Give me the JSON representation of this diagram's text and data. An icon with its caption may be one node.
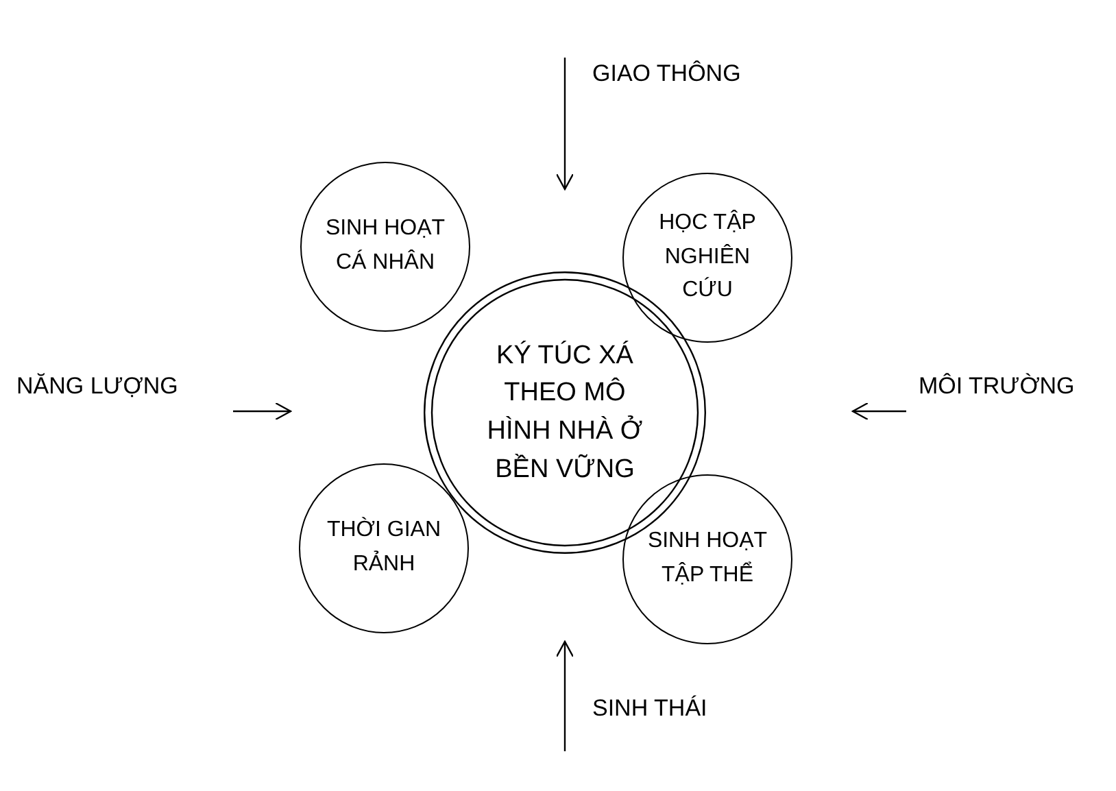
{
  "diagram": {
    "nodes": [
      {
        "text": [
          "SINH HOẠT CÁ NHÂN"
        ]
      },
      {
        "text": [
          "HỌC TẬP NGHIÊN CỨU"
        ]
      },
      {
        "text": [
          "KÝ TÚC XÁ THEO MÔ HÌNH NHÀ Ở BỀN VỮNG"
        ]
      },
      {
        "text": [
          "THỜI GIAN RẢNH"
        ]
      },
      {
        "text": [
          "SINH HOẠT TẬP THỂ"
        ]
      }
    ],
    "labels": [
      "GIAO THÔNG",
      "NĂNG LƯỢNG",
      "MÔI TRƯỜNG",
      "SINH THÁI"
    ]
  }
}
